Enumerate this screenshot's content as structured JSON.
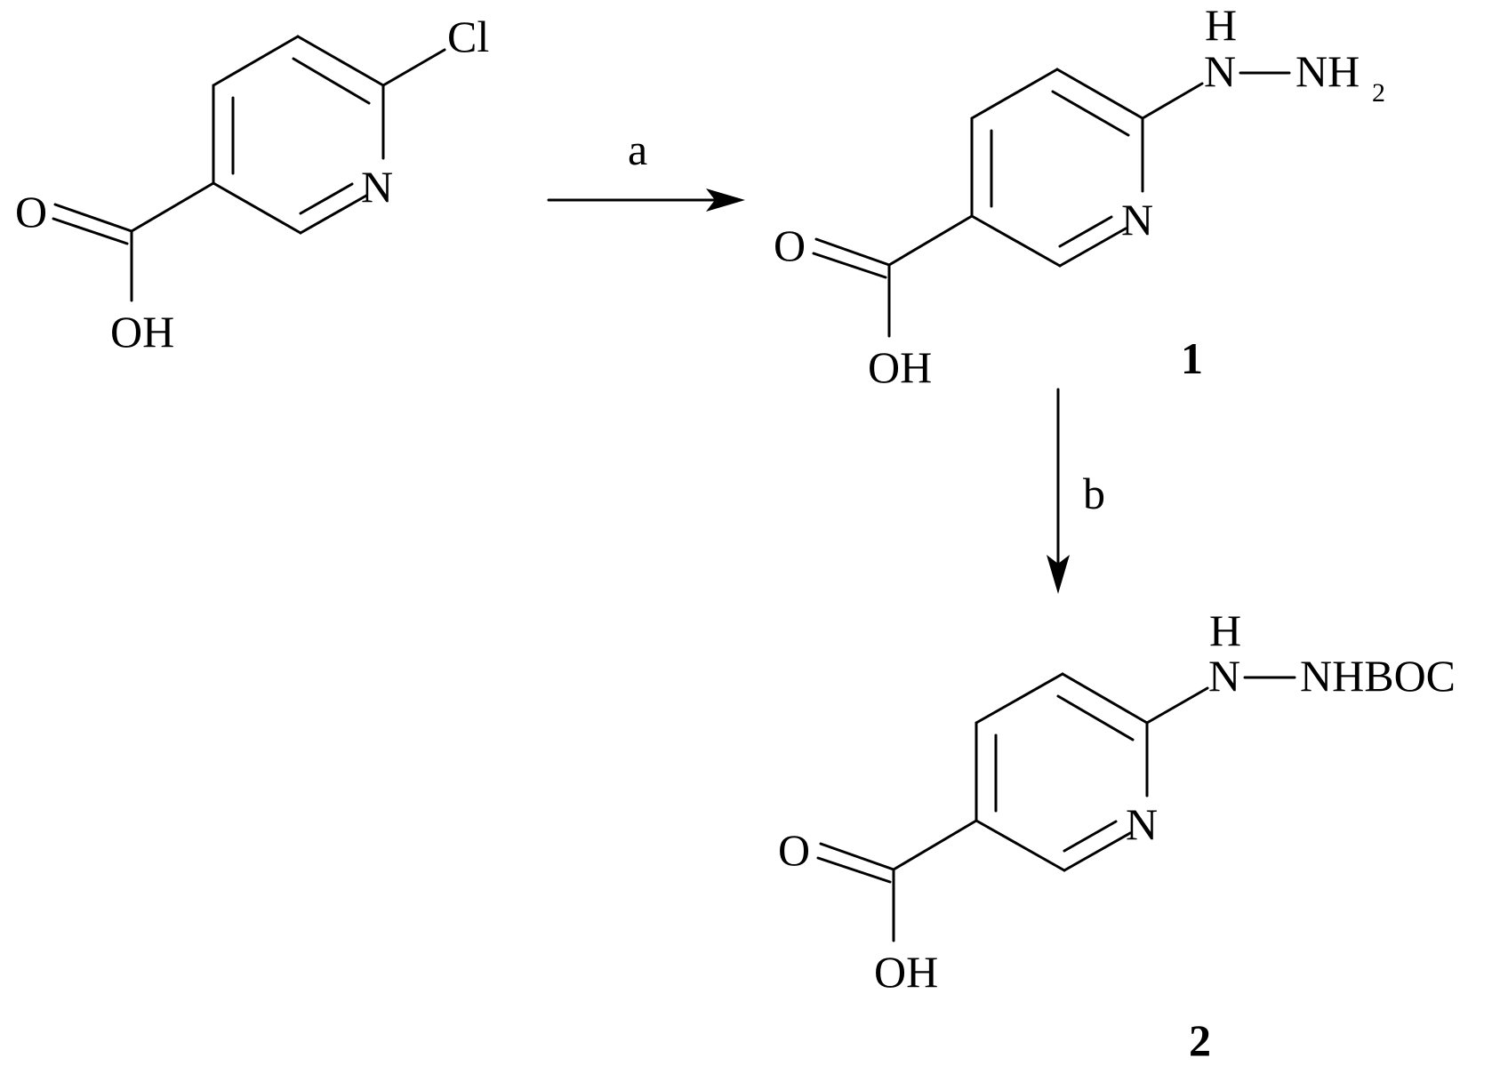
{
  "starting_material": {
    "cl": "Cl",
    "ring_n": "N",
    "o": "O",
    "oh": "OH"
  },
  "step_a": {
    "label": "a"
  },
  "compound_1": {
    "number": "1",
    "h": "H",
    "n": "N",
    "nh": "NH",
    "sub2": "2",
    "ring_n": "N",
    "o": "O",
    "oh": "OH"
  },
  "step_b": {
    "label": "b"
  },
  "compound_2": {
    "number": "2",
    "h": "H",
    "n": "N",
    "nhboc": "NHBOC",
    "ring_n": "N",
    "o": "O",
    "oh": "OH"
  }
}
